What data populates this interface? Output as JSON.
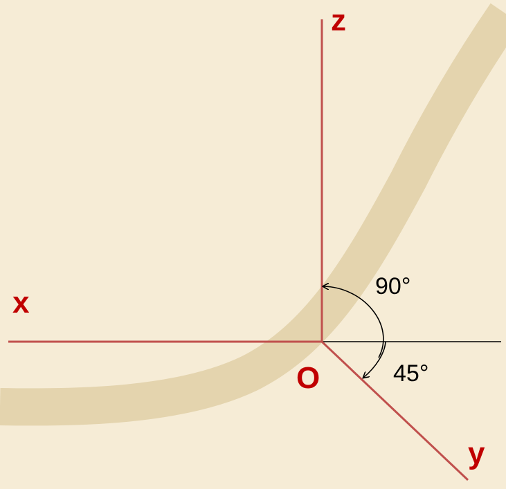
{
  "diagram": {
    "axes": {
      "x_label": "x",
      "y_label": "y",
      "z_label": "z",
      "origin_label": "O"
    },
    "angles": {
      "xz_angle_label": "90°",
      "xy_angle_label": "45°"
    },
    "colors": {
      "background": "#f6ecd6",
      "decorative_band": "#e4d4ae",
      "axis_line": "#c0504d",
      "label_text": "#c00000",
      "helper_line": "#000000"
    }
  }
}
